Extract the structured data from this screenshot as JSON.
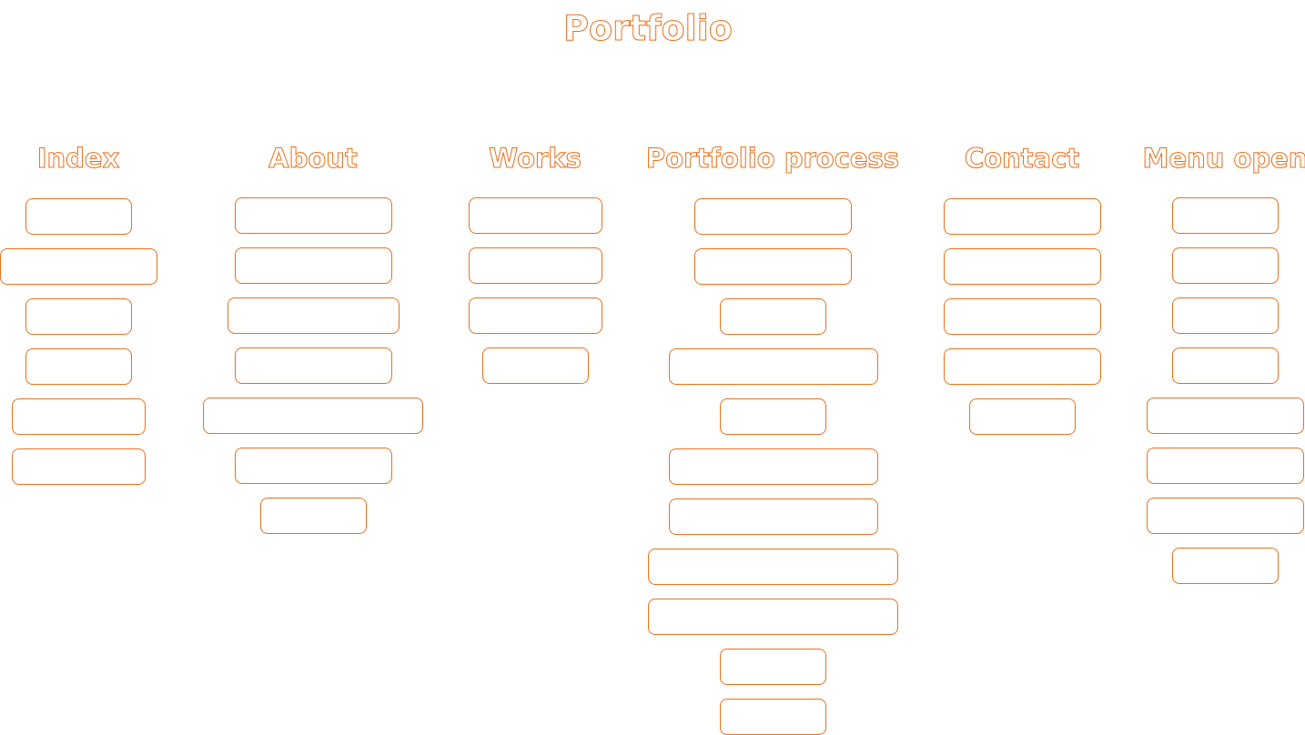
{
  "page": {
    "title": "Portfolio"
  },
  "accent_color": "#e8711c",
  "columns": [
    {
      "title": "Index",
      "box_count": 6
    },
    {
      "title": "About",
      "box_count": 7
    },
    {
      "title": "Works",
      "box_count": 4
    },
    {
      "title": "Portfolio process",
      "box_count": 11
    },
    {
      "title": "Contact",
      "box_count": 5
    },
    {
      "title": "Menu open",
      "box_count": 8
    }
  ]
}
